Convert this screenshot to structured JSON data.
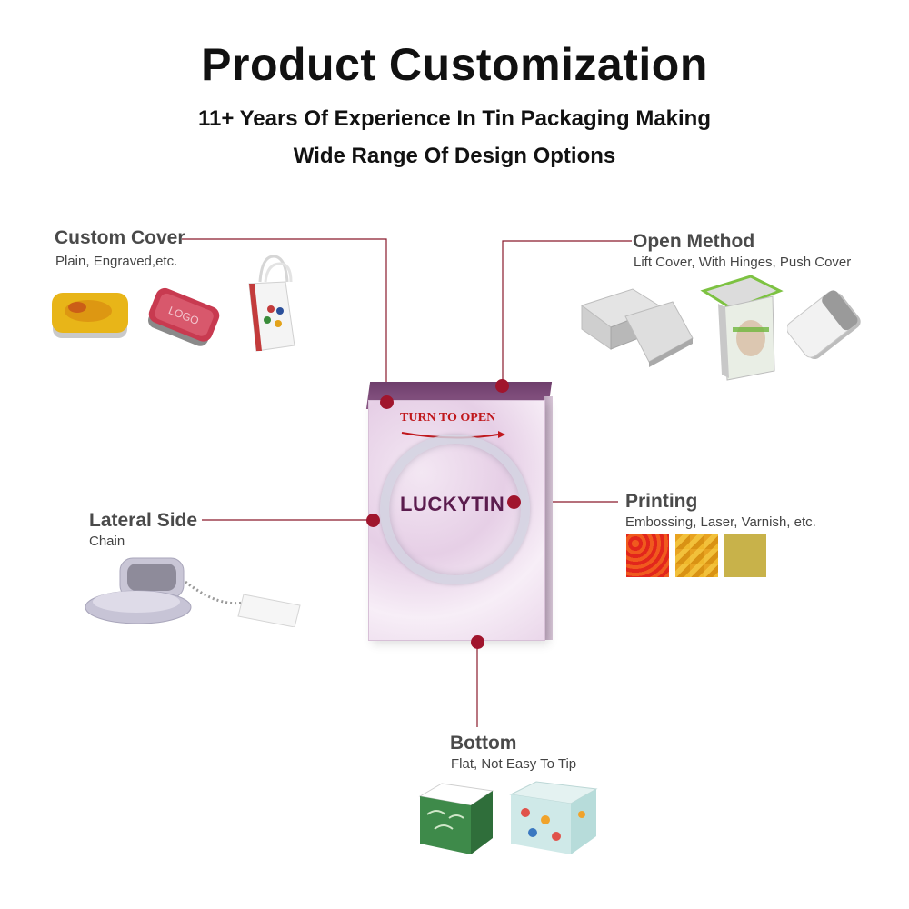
{
  "header": {
    "title": "Product Customization",
    "subtitle_1": "11+ Years Of Experience In Tin Packaging Making",
    "subtitle_2": "Wide Range Of Design Options"
  },
  "features": {
    "custom_cover": {
      "label": "Custom Cover",
      "desc": "Plain, Engraved,etc."
    },
    "open_method": {
      "label": "Open Method",
      "desc": "Lift Cover, With Hinges, Push Cover"
    },
    "printing": {
      "label": "Printing",
      "desc": "Embossing, Laser, Varnish, etc."
    },
    "lateral_side": {
      "label": "Lateral Side",
      "desc": "Chain"
    },
    "bottom": {
      "label": "Bottom",
      "desc": "Flat, Not Easy To Tip"
    }
  },
  "product": {
    "banner": "TURN TO OPEN",
    "brand": "LUCKYTIN",
    "cover_logo": "LOGO"
  },
  "colors": {
    "accent_line": "#8a1a2c",
    "dot": "#a0152d"
  }
}
